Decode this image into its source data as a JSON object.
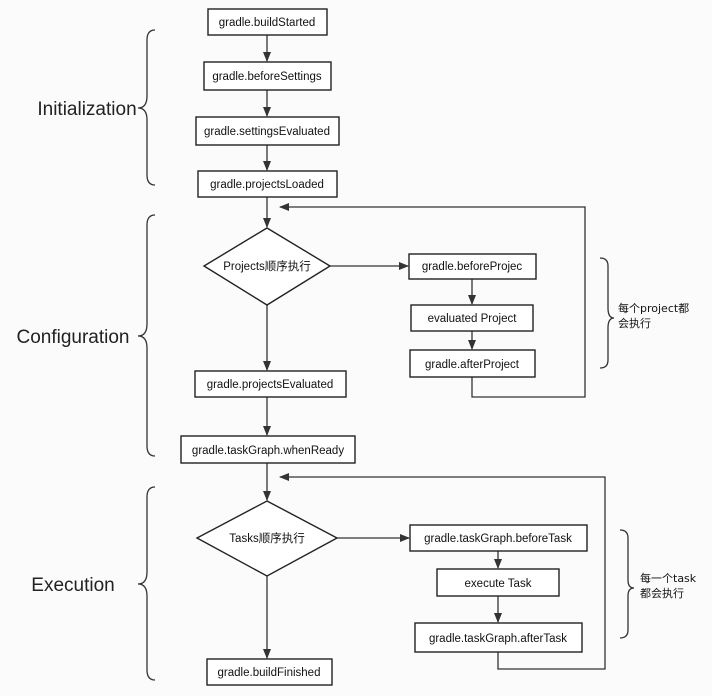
{
  "stages": {
    "initialization": "Initialization",
    "configuration": "Configuration",
    "execution": "Execution"
  },
  "nodes": {
    "build_started": "gradle.buildStarted",
    "before_settings": "gradle.beforeSettings",
    "settings_evaluated": "gradle.settingsEvaluated",
    "projects_loaded": "gradle.projectsLoaded",
    "projects_loop": "Projects顺序执行",
    "before_project": "gradle.beforeProjec",
    "evaluated_project": "evaluated Project",
    "after_project": "gradle.afterProject",
    "projects_evaluated": "gradle.projectsEvaluated",
    "when_ready": "gradle.taskGraph.whenReady",
    "tasks_loop": "Tasks顺序执行",
    "before_task": "gradle.taskGraph.beforeTask",
    "execute_task": "execute Task",
    "after_task": "gradle.taskGraph.afterTask",
    "build_finished": "gradle.buildFinished"
  },
  "notes": {
    "per_project_line1": "每个project都",
    "per_project_line2": "会执行",
    "per_task_line1": "每一个task",
    "per_task_line2": "都会执行"
  }
}
